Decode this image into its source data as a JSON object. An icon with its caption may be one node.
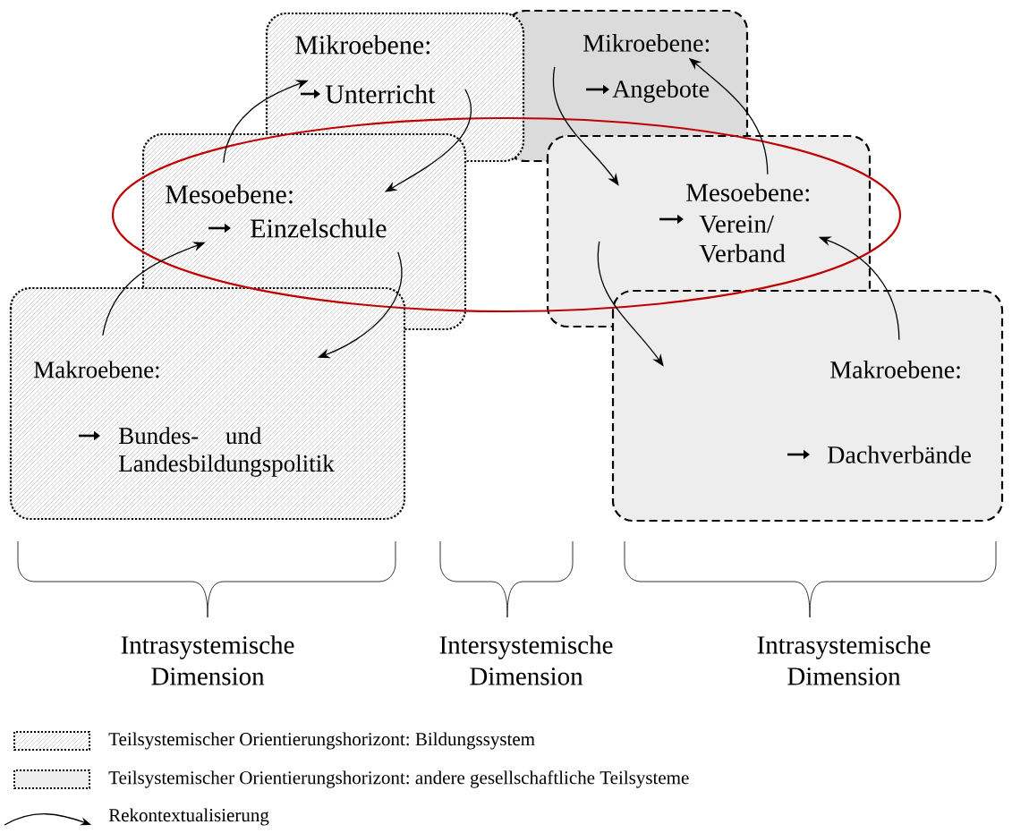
{
  "diagram": {
    "nodes": [
      {
        "text": [
          "Mikroebene:",
          "Unterricht"
        ]
      },
      {
        "text": [
          "Mesoebene:",
          "Einzelschule"
        ]
      },
      {
        "text": [
          "Makroebene:",
          "Bundes- und Landesbildungspolitik"
        ]
      },
      {
        "text": [
          "Mikroebene:",
          "Angebote"
        ]
      },
      {
        "text": [
          "Mesoebene:",
          "Verein/ Verband"
        ]
      },
      {
        "text": [
          "Makroebene:",
          "Dachverbände"
        ]
      }
    ],
    "edges": [
      {
        "from": 2,
        "to": 1,
        "arrow": "to"
      },
      {
        "from": 1,
        "to": 0,
        "arrow": "to"
      },
      {
        "from": 0,
        "to": 1,
        "arrow": "to"
      },
      {
        "from": 1,
        "to": 2,
        "arrow": "to"
      },
      {
        "from": 3,
        "to": 4,
        "arrow": "to"
      },
      {
        "from": 4,
        "to": 3,
        "arrow": "to"
      },
      {
        "from": 4,
        "to": 5,
        "arrow": "to"
      },
      {
        "from": 5,
        "to": 4,
        "arrow": "to"
      }
    ],
    "labels": [
      "Intrasystemische Dimension",
      "Intersystemische Dimension",
      "Intrasystemische Dimension"
    ],
    "legend": [
      {
        "text": "Teilsystemischer Orientierungshorizont: Bildungssystem"
      },
      {
        "text": "Teilsystemischer Orientierungshorizont: andere gesellschaftliche Teilsysteme"
      },
      {
        "text": "Rekontextualisierung"
      }
    ]
  }
}
